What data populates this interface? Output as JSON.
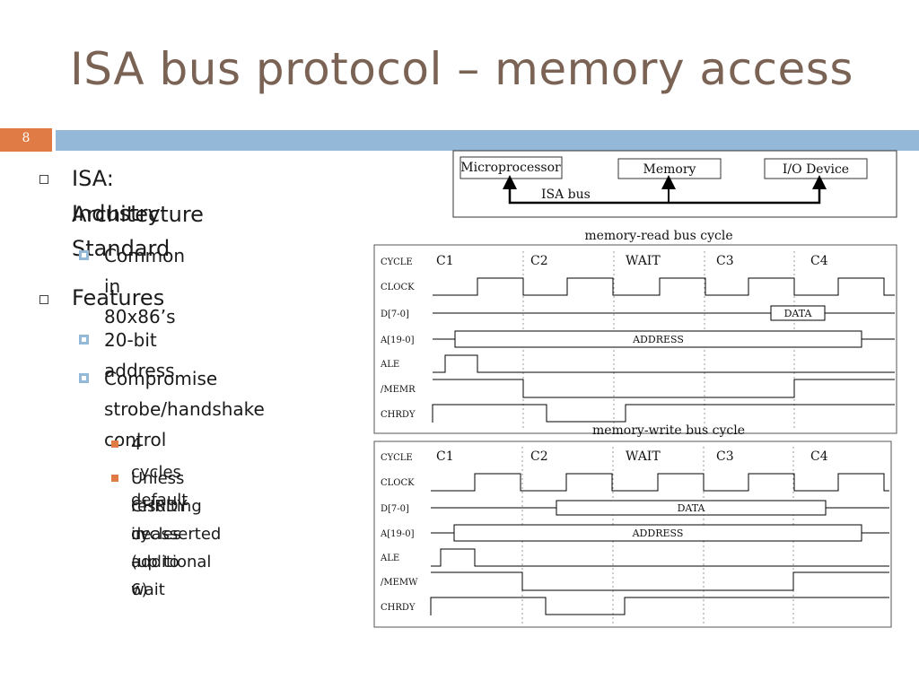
{
  "slide": {
    "title": "ISA bus protocol – memory access",
    "page_number": "8",
    "accent_bar_color": "#93b8d8",
    "page_box_color": "#e07b45",
    "title_color": "#7a6354"
  },
  "bullets": {
    "b1": "ISA: Industry Standard",
    "b1_cont": "Architecture",
    "b1_sub1": "Common in 80x86’s",
    "b2": "Features",
    "b2_sub1": "20-bit address",
    "b2_sub2": "Compromise",
    "b2_sub2_cont": "strobe/handshake control",
    "b2_sub2_sub1": "4 cycles default",
    "b2_sub2_sub2": "Unless CHRDY deasserted –",
    "b2_sub2_sub2_cont1": "resulting in additional wait",
    "b2_sub2_sub2_cont2": "cycles (up to 6)"
  },
  "bus_diagram": {
    "microprocessor": "Microprocessor",
    "memory": "Memory",
    "io_device": "I/O Device",
    "bus_label": "ISA bus"
  },
  "read_cycle": {
    "caption": "memory-read bus cycle",
    "cycle_labels": [
      "C1",
      "C2",
      "WAIT",
      "C3",
      "C4"
    ],
    "signals": [
      "CYCLE",
      "CLOCK",
      "D[7-0]",
      "A[19-0]",
      "ALE",
      "/MEMR",
      "CHRDY"
    ],
    "data_label": "DATA",
    "address_label": "ADDRESS"
  },
  "write_cycle": {
    "caption": "memory-write bus cycle",
    "cycle_labels": [
      "C1",
      "C2",
      "WAIT",
      "C3",
      "C4"
    ],
    "signals": [
      "CYCLE",
      "CLOCK",
      "D[7-0]",
      "A[19-0]",
      "ALE",
      "/MEMW",
      "CHRDY"
    ],
    "data_label": "DATA",
    "address_label": "ADDRESS"
  }
}
